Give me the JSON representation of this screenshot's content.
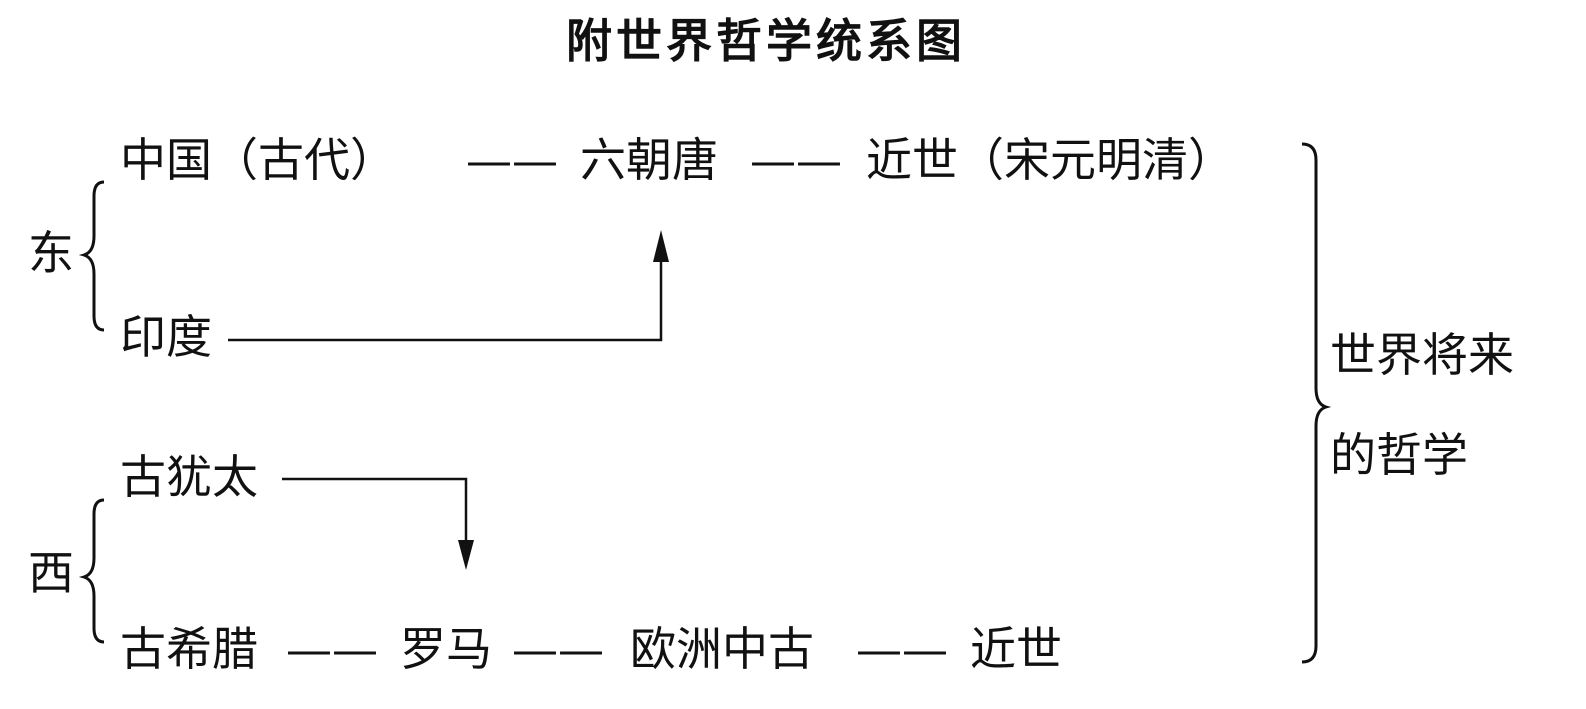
{
  "title": "附世界哲学统系图",
  "east": {
    "label": "东",
    "china": {
      "ancient": "中国（古代）",
      "dash1": "——",
      "middle": "六朝唐",
      "dash2": "——",
      "modern": "近世（宋元明清）"
    },
    "india": "印度"
  },
  "west": {
    "label": "西",
    "judaism": "古犹太",
    "greece": "古希腊",
    "dash1": "——",
    "rome": "罗马",
    "dash2": "——",
    "medieval": "欧洲中古",
    "dash3": "——",
    "modern": "近世"
  },
  "future": {
    "line1": "世界将来",
    "line2": "的哲学"
  },
  "colors": {
    "ink": "#111111",
    "background": "#ffffff"
  }
}
